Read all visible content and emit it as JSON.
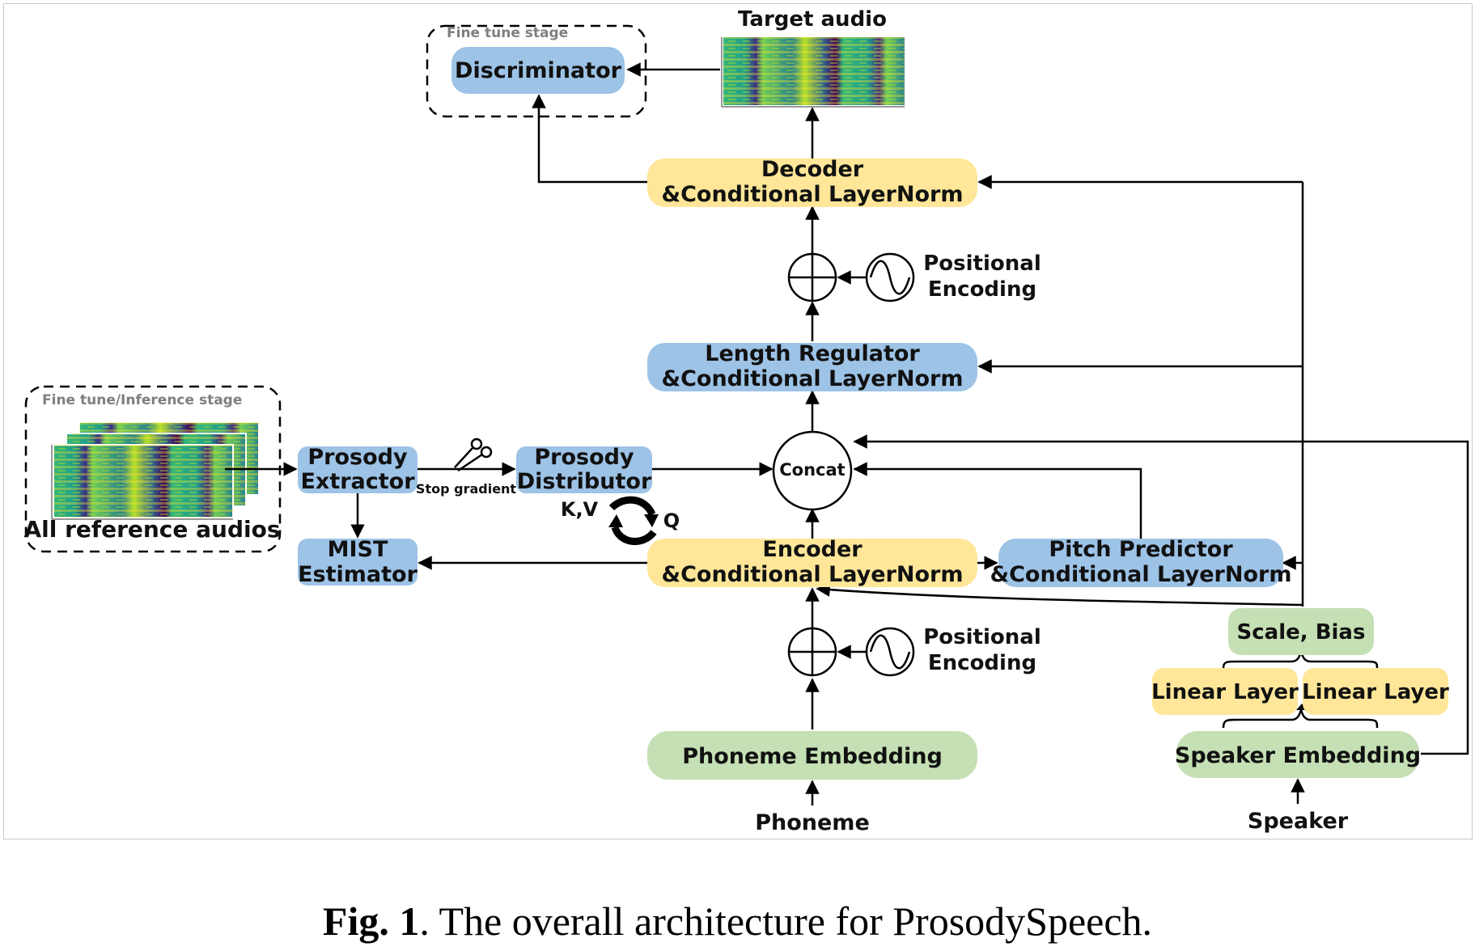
{
  "colors": {
    "blue": "#9dc3e6",
    "yellow": "#ffe699",
    "green": "#c5e0b4",
    "stage_label": "#7f7f7f"
  },
  "stages": {
    "fine_tune": "Fine tune stage",
    "fine_tune_inference": "Fine tune/Inference stage"
  },
  "nodes": {
    "discriminator": "Discriminator",
    "target_audio": "Target audio",
    "decoder_l1": "Decoder",
    "decoder_l2": "&Conditional LayerNorm",
    "pos_enc_top_l1": "Positional",
    "pos_enc_top_l2": "Encoding",
    "length_reg_l1": "Length Regulator",
    "length_reg_l2": "&Conditional LayerNorm",
    "concat": "Concat",
    "prosody_extractor_l1": "Prosody",
    "prosody_extractor_l2": "Extractor",
    "stop_gradient": "Stop gradient",
    "prosody_distributor_l1": "Prosody",
    "prosody_distributor_l2": "Distributor",
    "kv": "K,V",
    "q": "Q",
    "mist_l1": "MIST",
    "mist_l2": "Estimator",
    "encoder_l1": "Encoder",
    "encoder_l2": "&Conditional LayerNorm",
    "pitch_l1": "Pitch Predictor",
    "pitch_l2": "&Conditional LayerNorm",
    "pos_enc_bottom_l1": "Positional",
    "pos_enc_bottom_l2": "Encoding",
    "scale_bias": "Scale, Bias",
    "linear_layer_1": "Linear Layer",
    "linear_layer_2": "Linear Layer",
    "phoneme_embedding": "Phoneme Embedding",
    "speaker_embedding": "Speaker Embedding",
    "phoneme": "Phoneme",
    "speaker": "Speaker",
    "all_reference_audios": "All reference audios"
  },
  "caption": {
    "label": "Fig. 1",
    "text": ". The overall architecture for ProsodySpeech."
  }
}
